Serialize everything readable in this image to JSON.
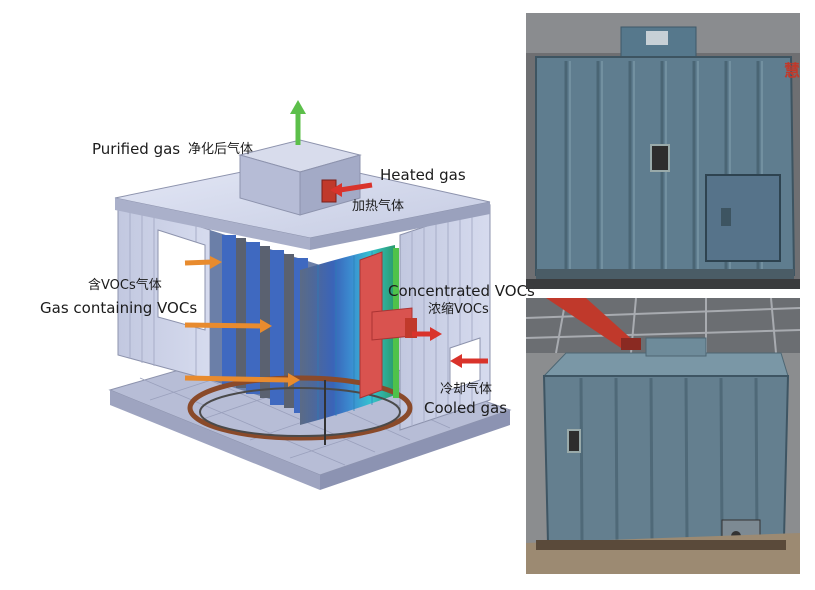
{
  "labels": {
    "purified_en": "Purified gas",
    "purified_zh": "净化后气体",
    "heated_en": "Heated gas",
    "heated_zh": "加热气体",
    "voc_in_zh": "含VOCs气体",
    "voc_in_en": "Gas containing VOCs",
    "concentrated_en": "Concentrated VOCs",
    "concentrated_zh": "浓缩VOCs",
    "cooled_zh": "冷却气体",
    "cooled_en": "Cooled gas"
  },
  "photo_sign": "慧",
  "colors": {
    "arrow_in": "#e88b2e",
    "arrow_out": "#d9332b",
    "arrow_purified": "#5cbf4a",
    "housing": "#c9cfe6",
    "rotor_blue": "#3d6fc4",
    "rotor_teal": "#3dbfd0",
    "duct_red": "#d9534f",
    "photo_panel": "#5f7d8f"
  }
}
